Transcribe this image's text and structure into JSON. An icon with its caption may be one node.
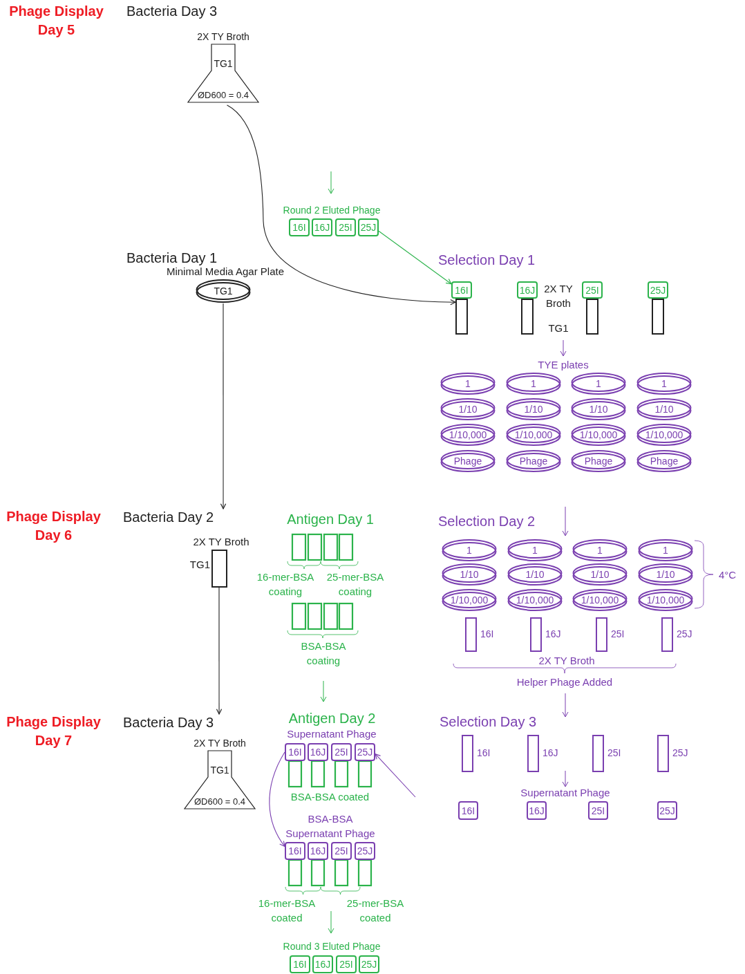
{
  "diagram": {
    "nodes": [
      {
        "text": [
          "2X TY Broth",
          "TG1",
          "ØD600 = 0.4"
        ]
      },
      {
        "text": [
          "16I"
        ]
      },
      {
        "text": [
          "16J"
        ]
      },
      {
        "text": [
          "25I"
        ]
      },
      {
        "text": [
          "25J"
        ]
      },
      {
        "text": [
          "TG1"
        ]
      },
      {
        "text": [
          "16I"
        ]
      },
      {
        "text": [],
        "shape": "box"
      },
      {
        "text": [
          "16J"
        ]
      },
      {
        "text": [],
        "shape": "box"
      },
      {
        "text": [
          "25I"
        ]
      },
      {
        "text": [],
        "shape": "box"
      },
      {
        "text": [
          "25J"
        ]
      },
      {
        "text": [],
        "shape": "box"
      },
      {
        "text": [
          "1"
        ]
      },
      {
        "text": [
          "1"
        ]
      },
      {
        "text": [
          "1"
        ]
      },
      {
        "text": [
          "1"
        ]
      },
      {
        "text": [
          "1/10"
        ]
      },
      {
        "text": [
          "1/10"
        ]
      },
      {
        "text": [
          "1/10"
        ]
      },
      {
        "text": [
          "1/10"
        ]
      },
      {
        "text": [
          "1/10,000"
        ]
      },
      {
        "text": [
          "1/10,000"
        ]
      },
      {
        "text": [
          "1/10,000"
        ]
      },
      {
        "text": [
          "1/10,000"
        ]
      },
      {
        "text": [
          "Phage"
        ]
      },
      {
        "text": [
          "Phage"
        ]
      },
      {
        "text": [
          "Phage"
        ]
      },
      {
        "text": [
          "Phage"
        ]
      },
      {
        "text": [
          "2X TY Broth",
          "TG1"
        ]
      },
      {
        "text": [
          "1"
        ]
      },
      {
        "text": [
          "1"
        ]
      },
      {
        "text": [
          "1"
        ]
      },
      {
        "text": [
          "1"
        ]
      },
      {
        "text": [
          "1/10"
        ]
      },
      {
        "text": [
          "1/10"
        ]
      },
      {
        "text": [
          "1/10"
        ]
      },
      {
        "text": [
          "1/10"
        ]
      },
      {
        "text": [
          "1/10,000"
        ]
      },
      {
        "text": [
          "1/10,000"
        ]
      },
      {
        "text": [
          "1/10,000"
        ]
      },
      {
        "text": [
          "1/10,000"
        ]
      },
      {
        "text": [
          "16I"
        ]
      },
      {
        "text": [
          "16J"
        ]
      },
      {
        "text": [
          "25I"
        ]
      },
      {
        "text": [
          "25J"
        ]
      },
      {
        "text": [
          "2X TY Broth",
          "TG1",
          "ØD600 = 0.4"
        ]
      },
      {
        "text": [
          "16I"
        ]
      },
      {
        "text": [
          "16J"
        ]
      },
      {
        "text": [
          "25I"
        ]
      },
      {
        "text": [
          "25J"
        ]
      },
      {
        "text": [
          "16I"
        ]
      },
      {
        "text": [
          "16J"
        ]
      },
      {
        "text": [
          "25I"
        ]
      },
      {
        "text": [
          "25J"
        ]
      },
      {
        "text": [
          "16I"
        ]
      },
      {
        "text": [
          "16J"
        ]
      },
      {
        "text": [
          "25I"
        ]
      },
      {
        "text": [
          "25J"
        ]
      },
      {
        "text": [
          "16I"
        ]
      },
      {
        "text": [
          "16J"
        ]
      },
      {
        "text": [
          "25I"
        ]
      },
      {
        "text": [
          "25J"
        ]
      },
      {
        "text": [
          "16I"
        ]
      },
      {
        "text": [
          "16J"
        ]
      },
      {
        "text": [
          "25I"
        ]
      },
      {
        "text": [
          "25J"
        ]
      },
      {
        "text": [
          "Bacteria Day 2"
        ]
      },
      {
        "text": [
          "Bacteria Day 3"
        ]
      }
    ],
    "edges": [
      {
        "from": 0,
        "to": 7,
        "arrow": "to"
      },
      {
        "from": 4,
        "to": 6,
        "arrow": "to",
        "color": "#2bb34b"
      },
      {
        "from": 5,
        "to": 68,
        "arrow": "to"
      },
      {
        "from": 30,
        "to": 69,
        "arrow": "to"
      },
      {
        "from": 48,
        "to": 56,
        "arrow": "to",
        "color": "#7a3fb0"
      },
      {
        "from": null,
        "to": 51,
        "arrow": "to",
        "color": "#7a3fb0"
      }
    ],
    "labels": [
      "Phage Display Day 5",
      "Bacteria Day 3",
      "Round 2 Eluted Phage",
      "Bacteria Day 1",
      "Selection Day 1",
      "Minimal Media Agar Plate",
      "2X TY Broth",
      "TG1",
      "TYE plates",
      "Phage Display Day 6",
      "Antigen Day 1",
      "Selection Day 2",
      "16-mer-BSA coating",
      "25-mer-BSA coating",
      "4°C",
      "BSA-BSA coating",
      "2X TY Broth",
      "Helper Phage Added",
      "Phage Display Day 7",
      "Antigen Day 2",
      "Selection Day 3",
      "Supernatant Phage",
      "BSA-BSA coated",
      "Supernatant Phage",
      "BSA-BSA Supernatant Phage",
      "16-mer-BSA coated",
      "25-mer-BSA coated",
      "Round 3 Eluted Phage"
    ]
  }
}
